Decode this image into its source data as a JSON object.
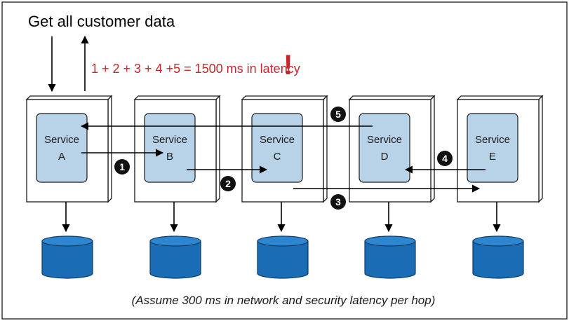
{
  "title": "Get all customer data",
  "latency_formula": "1 + 2 + 3 + 4 +5 = 1500 ms in latency",
  "latency_exclamation": "!",
  "caption": "(Assume 300 ms in network and security latency per hop)",
  "services": [
    {
      "line1": "Service",
      "line2": "A"
    },
    {
      "line1": "Service",
      "line2": "B"
    },
    {
      "line1": "Service",
      "line2": "C"
    },
    {
      "line1": "Service",
      "line2": "D"
    },
    {
      "line1": "Service",
      "line2": "E"
    }
  ],
  "hops": [
    "1",
    "2",
    "3",
    "4",
    "5"
  ],
  "colors": {
    "service_fill": "#b8d3e8",
    "database_fill": "#1a6db5",
    "database_top": "#2f86d0",
    "latency_red": "#c62828",
    "frame": "#1a1a1a"
  }
}
